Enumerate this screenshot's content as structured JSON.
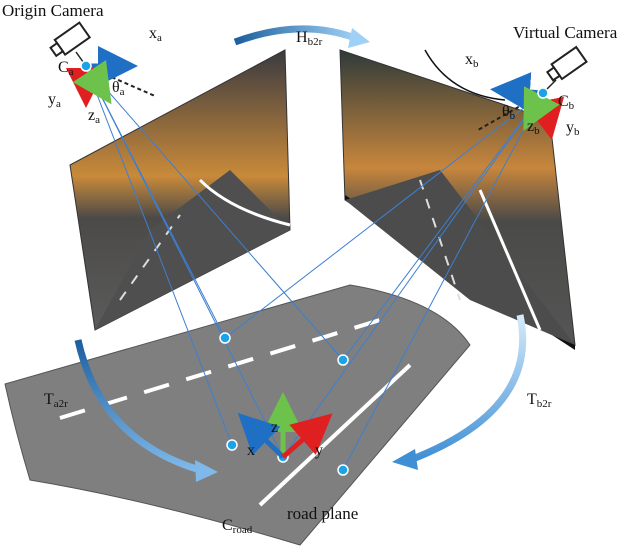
{
  "labels": {
    "origin_camera": "Origin Camera",
    "virtual_camera": "Virtual Camera",
    "xa": "x",
    "xa_sub": "a",
    "ya": "y",
    "ya_sub": "a",
    "za": "z",
    "za_sub": "a",
    "ca": "C",
    "ca_sub": "a",
    "theta_a": "θ",
    "theta_a_sub": "a",
    "xb": "x",
    "xb_sub": "b",
    "yb": "y",
    "yb_sub": "b",
    "zb": "z",
    "zb_sub": "b",
    "cb": "C",
    "cb_sub": "b",
    "theta_b": "θ",
    "theta_b_sub": "b",
    "hb2r": "H",
    "hb2r_sub": "b2r",
    "ta2r": "T",
    "ta2r_sub": "a2r",
    "tb2r": "T",
    "tb2r_sub": "b2r",
    "croad": "C",
    "croad_sub": "road",
    "road_plane": "road plane",
    "road_x": "x",
    "road_y": "y",
    "road_z": "z"
  },
  "colors": {
    "x_axis": "#1f6fc4",
    "y_axis": "#e02020",
    "z_axis": "#6cc24a",
    "ray": "#3d7fd0",
    "curve_arrow": "#2d7fc8",
    "point": "#1aa3e8",
    "road": "#7f7f7f"
  }
}
